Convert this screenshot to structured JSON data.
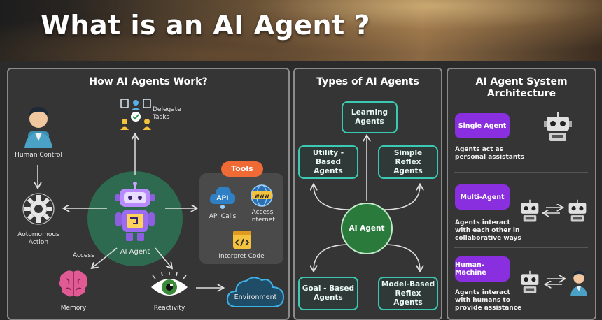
{
  "title": "What is an AI Agent ?",
  "panel1": {
    "title": "How AI Agents Work?",
    "human_control": "Human Control",
    "delegate_tasks": [
      "Delegate",
      "Tasks"
    ],
    "autonomous_action": [
      "Aotomomous",
      "Action"
    ],
    "ai_agent": "AI Agent",
    "access": "Access",
    "memory": "Memory",
    "reactivity": "Reactivity",
    "environment": "Environment",
    "tools": "Tools",
    "api_calls": "API Calls",
    "api_icon_text": "API",
    "www_icon_text": "www",
    "access_internet": [
      "Access",
      "Internet"
    ],
    "interpret_code": "Interpret Code"
  },
  "panel2": {
    "title": "Types of AI Agents",
    "learning": [
      "Learning",
      "Agents"
    ],
    "utility": [
      "Utility - Based",
      "Agents"
    ],
    "simple_reflex": [
      "Simple Reflex",
      "Agents"
    ],
    "center": "AI Agent",
    "goal": [
      "Goal - Based",
      "Agents"
    ],
    "model": [
      "Model-Based",
      "Reflex Agents"
    ]
  },
  "panel3": {
    "title": [
      "AI Agent System",
      "Architecture"
    ],
    "single": "Single Agent",
    "single_desc": [
      "Agents act as",
      "personal assistants"
    ],
    "multi": "Multi-Agent",
    "multi_desc": [
      "Agents interact",
      "with each other in",
      "collaborative ways"
    ],
    "human_machine": "Human-Machine",
    "hm_desc": [
      "Agents interact",
      "with humans to",
      "provide assistance"
    ]
  },
  "colors": {
    "teal": "#3cc9b4",
    "green_circle": "#2e6a50",
    "orange": "#f06a36",
    "purple": "#8a2fe0",
    "ai_center": "#2a7a3c"
  }
}
